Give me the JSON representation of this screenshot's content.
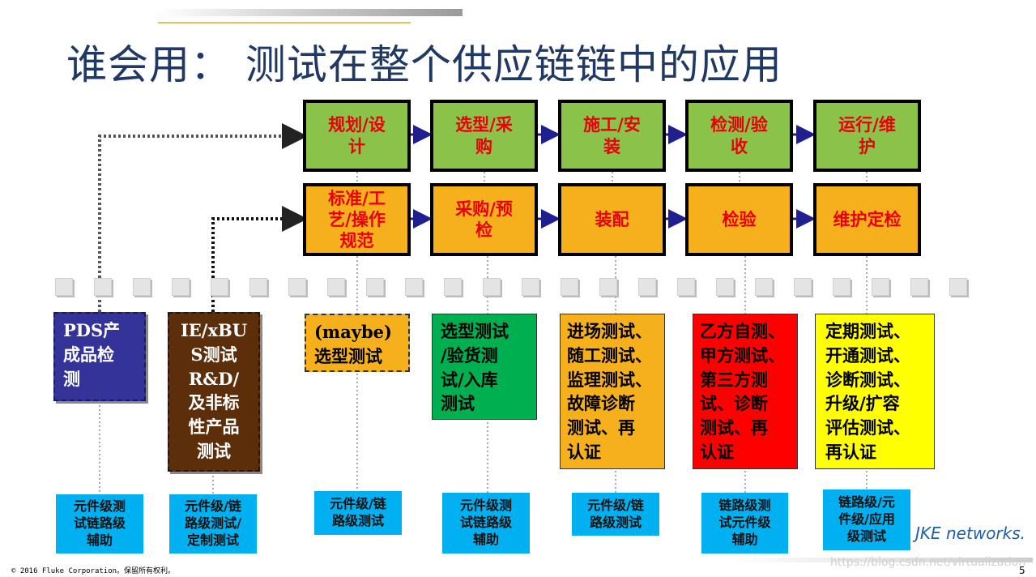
{
  "title": "谁会用： 测试在整个供应链链中的应用",
  "stages": [
    {
      "line1": "规划/设",
      "line2": "计"
    },
    {
      "line1": "选型/采",
      "line2": "购"
    },
    {
      "line1": "施工/安",
      "line2": "装"
    },
    {
      "line1": "检测/验",
      "line2": "收"
    },
    {
      "line1": "运行/维",
      "line2": "护"
    }
  ],
  "activities": [
    {
      "line1": "标准/工",
      "line2": "艺/操作",
      "line3": "规范"
    },
    {
      "line1": "采购/预",
      "line2": "检"
    },
    {
      "line1": "装配"
    },
    {
      "line1": "检验"
    },
    {
      "line1": "维护定检"
    }
  ],
  "testers": [
    {
      "lines": [
        "PDS产",
        "成品检",
        "测"
      ],
      "color": "#33339a"
    },
    {
      "lines": [
        "IE/xBU",
        "S测试",
        "R&D/",
        "及非标",
        "性产品",
        "测试"
      ],
      "color": "#5c2e0a"
    },
    {
      "lines": [
        "(maybe)",
        "选型测试"
      ],
      "color": "#f6b01c"
    },
    {
      "lines": [
        "选型测试",
        "/验货测",
        "试/入库",
        "测试"
      ],
      "color": "#00b050"
    },
    {
      "lines": [
        "进场测试、",
        "随工测试、",
        "监理测试、",
        "故障诊断",
        "测试、再",
        "认证"
      ],
      "color": "#f6b01c"
    },
    {
      "lines": [
        "乙方自测、",
        "甲方测试、",
        "第三方测",
        "试、诊断",
        "测试、再",
        "认证"
      ],
      "color": "#ff0000"
    },
    {
      "lines": [
        "定期测试、",
        "开通测试、",
        "诊断测试、",
        "升级/扩容",
        "评估测试、",
        "再认证"
      ],
      "color": "#ffff00"
    }
  ],
  "levels": [
    {
      "lines": [
        "元件级测",
        "试链路级",
        "辅助"
      ]
    },
    {
      "lines": [
        "元件级/链",
        "路级测试/",
        "定制测试"
      ]
    },
    {
      "lines": [
        "元件级/链",
        "路级测试"
      ]
    },
    {
      "lines": [
        "元件级测",
        "试链路级",
        "辅助"
      ]
    },
    {
      "lines": [
        "元件级/链",
        "路级测试"
      ]
    },
    {
      "lines": [
        "链路级测",
        "试元件级",
        "辅助"
      ]
    },
    {
      "lines": [
        "链路级/元",
        "件级/应用",
        "级测试"
      ]
    }
  ],
  "logo_text": "JKE networks.",
  "footer": "© 2016 Fluke Corporation。保留所有权利。",
  "page_number": "5",
  "watermark": "https://blog.csdn.net/virtualization",
  "colors": {
    "title": "#1f3864",
    "stage_fill": "#8bc34a",
    "activity_fill": "#f6b01c",
    "stage_text": "#e8000b",
    "level_fill": "#00b0f0",
    "arrow": "#1f1f8f"
  }
}
